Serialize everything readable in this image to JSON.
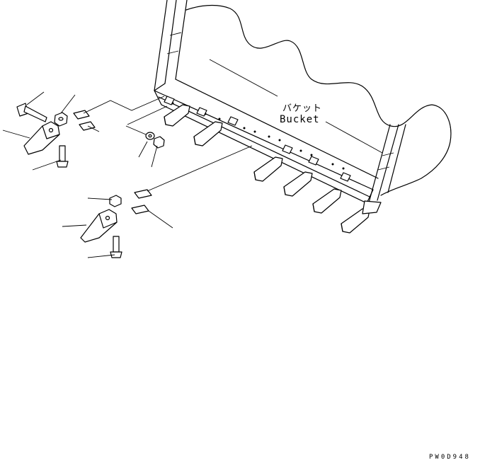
{
  "labels": {
    "part_jp": "バケット",
    "part_en": "Bucket",
    "drawing_code": "PW0D948"
  },
  "colors": {
    "line": "#000000",
    "background": "#ffffff"
  }
}
